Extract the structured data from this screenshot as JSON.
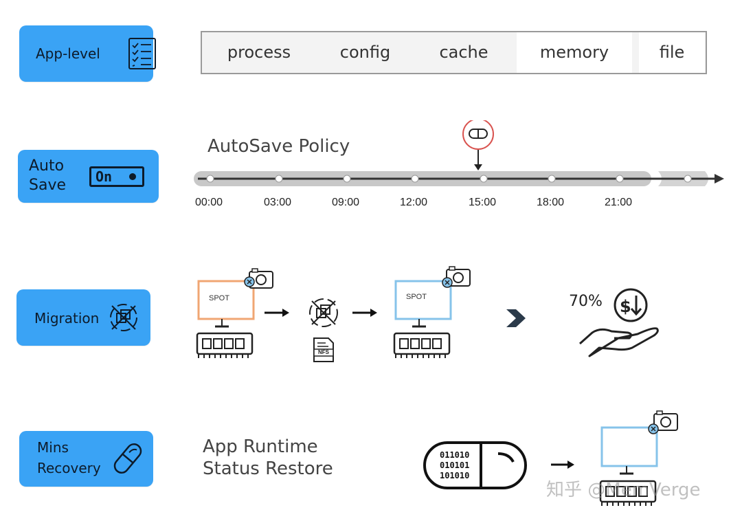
{
  "rows": {
    "app_level": {
      "label": "App-level",
      "icon": "checklist-icon"
    },
    "auto_save": {
      "label_line1": "Auto",
      "label_line2": "Save",
      "toggle_text": "On",
      "icon": "toggle-switch-icon"
    },
    "migration": {
      "label": "Migration",
      "icon": "migration-target-icon"
    },
    "recovery": {
      "label_line1": "Mins",
      "label_line2": "Recovery",
      "icon": "capsule-icon"
    }
  },
  "app_components": [
    "process",
    "config",
    "cache",
    "memory",
    "file"
  ],
  "autosave_policy": {
    "title": "AutoSave Policy",
    "ticks": [
      "00:00",
      "03:00",
      "09:00",
      "12:00",
      "15:00",
      "18:00",
      "21:00"
    ],
    "snapshot_marker_at": "15:00"
  },
  "migration_flow": {
    "source_label": "SPOT",
    "target_label": "SPOT",
    "storage_label": "NFS",
    "savings": "70%"
  },
  "recovery_flow": {
    "text_line1": "App Runtime",
    "text_line2": "Status Restore",
    "capsule_bits": [
      "011010",
      "010101",
      "101010"
    ]
  },
  "watermark": "知乎 @MemVerge",
  "colors": {
    "badge_blue": "#3aa3f5",
    "source_monitor": "#f0a673",
    "target_monitor": "#86c3ea",
    "marker_red": "#d9534f",
    "timeline_gray": "#c8c8c8"
  }
}
